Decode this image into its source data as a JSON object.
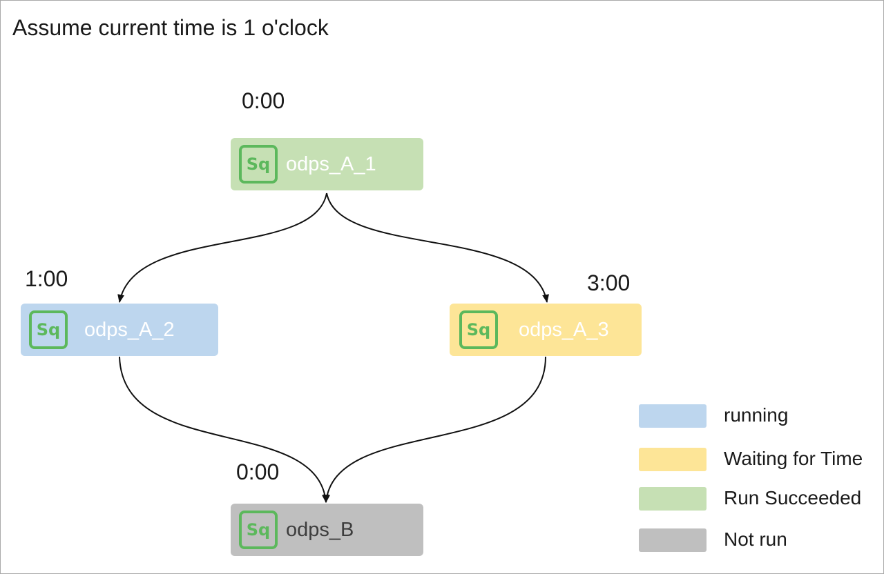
{
  "title": "Assume current time is 1 o'clock",
  "nodes": {
    "a1": {
      "name": "odps_A_1",
      "icon": "Sq",
      "time": "0:00",
      "status": "Run Succeeded"
    },
    "a2": {
      "name": "odps_A_2",
      "icon": "Sq",
      "time": "1:00",
      "status": "running"
    },
    "a3": {
      "name": "odps_A_3",
      "icon": "Sq",
      "time": "3:00",
      "status": "Waiting for Time"
    },
    "b": {
      "name": "odps_B",
      "icon": "Sq",
      "time": "0:00",
      "status": "Not run"
    }
  },
  "legend": [
    {
      "label": "running",
      "color": "#bdd6ee"
    },
    {
      "label": "Waiting for Time",
      "color": "#fde597"
    },
    {
      "label": "Run Succeeded",
      "color": "#c6e0b4"
    },
    {
      "label": "Not run",
      "color": "#bfbfbf"
    }
  ],
  "colors": {
    "running": "#bdd6ee",
    "waiting": "#fde597",
    "succeeded": "#c6e0b4",
    "not_run": "#bfbfbf",
    "icon_accent": "#5cb85c"
  }
}
